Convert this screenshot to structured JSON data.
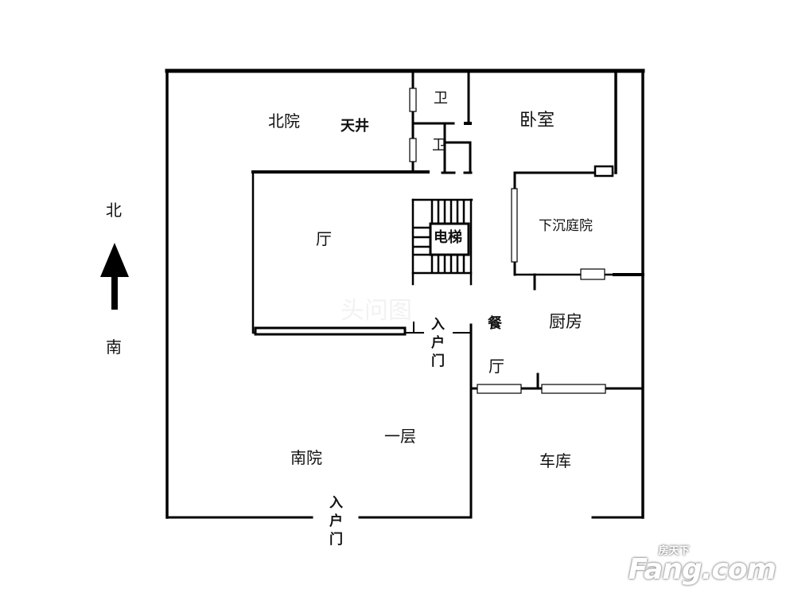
{
  "compass": {
    "north": "北",
    "south": "南",
    "arrow_icon": "north-arrow-icon"
  },
  "rooms": {
    "north_courtyard": "北院",
    "skylight": "天井",
    "bath_1": "卫",
    "bath_2": "卫",
    "bedroom": "卧室",
    "living_room": "厅",
    "elevator": "电梯",
    "sunken_courtyard": "下沉庭院",
    "entry_door_inner": "入户门",
    "dining_1": "餐",
    "dining_2": "厅",
    "kitchen": "厨房",
    "floor_label": "一层",
    "south_courtyard": "南院",
    "garage": "车库",
    "entry_door_outer": "入户门"
  },
  "watermark": {
    "brand": "Fang.com",
    "brand_cn": "房天下",
    "faint_text": "头问图"
  },
  "colors": {
    "wall": "#000000",
    "background": "#ffffff"
  }
}
